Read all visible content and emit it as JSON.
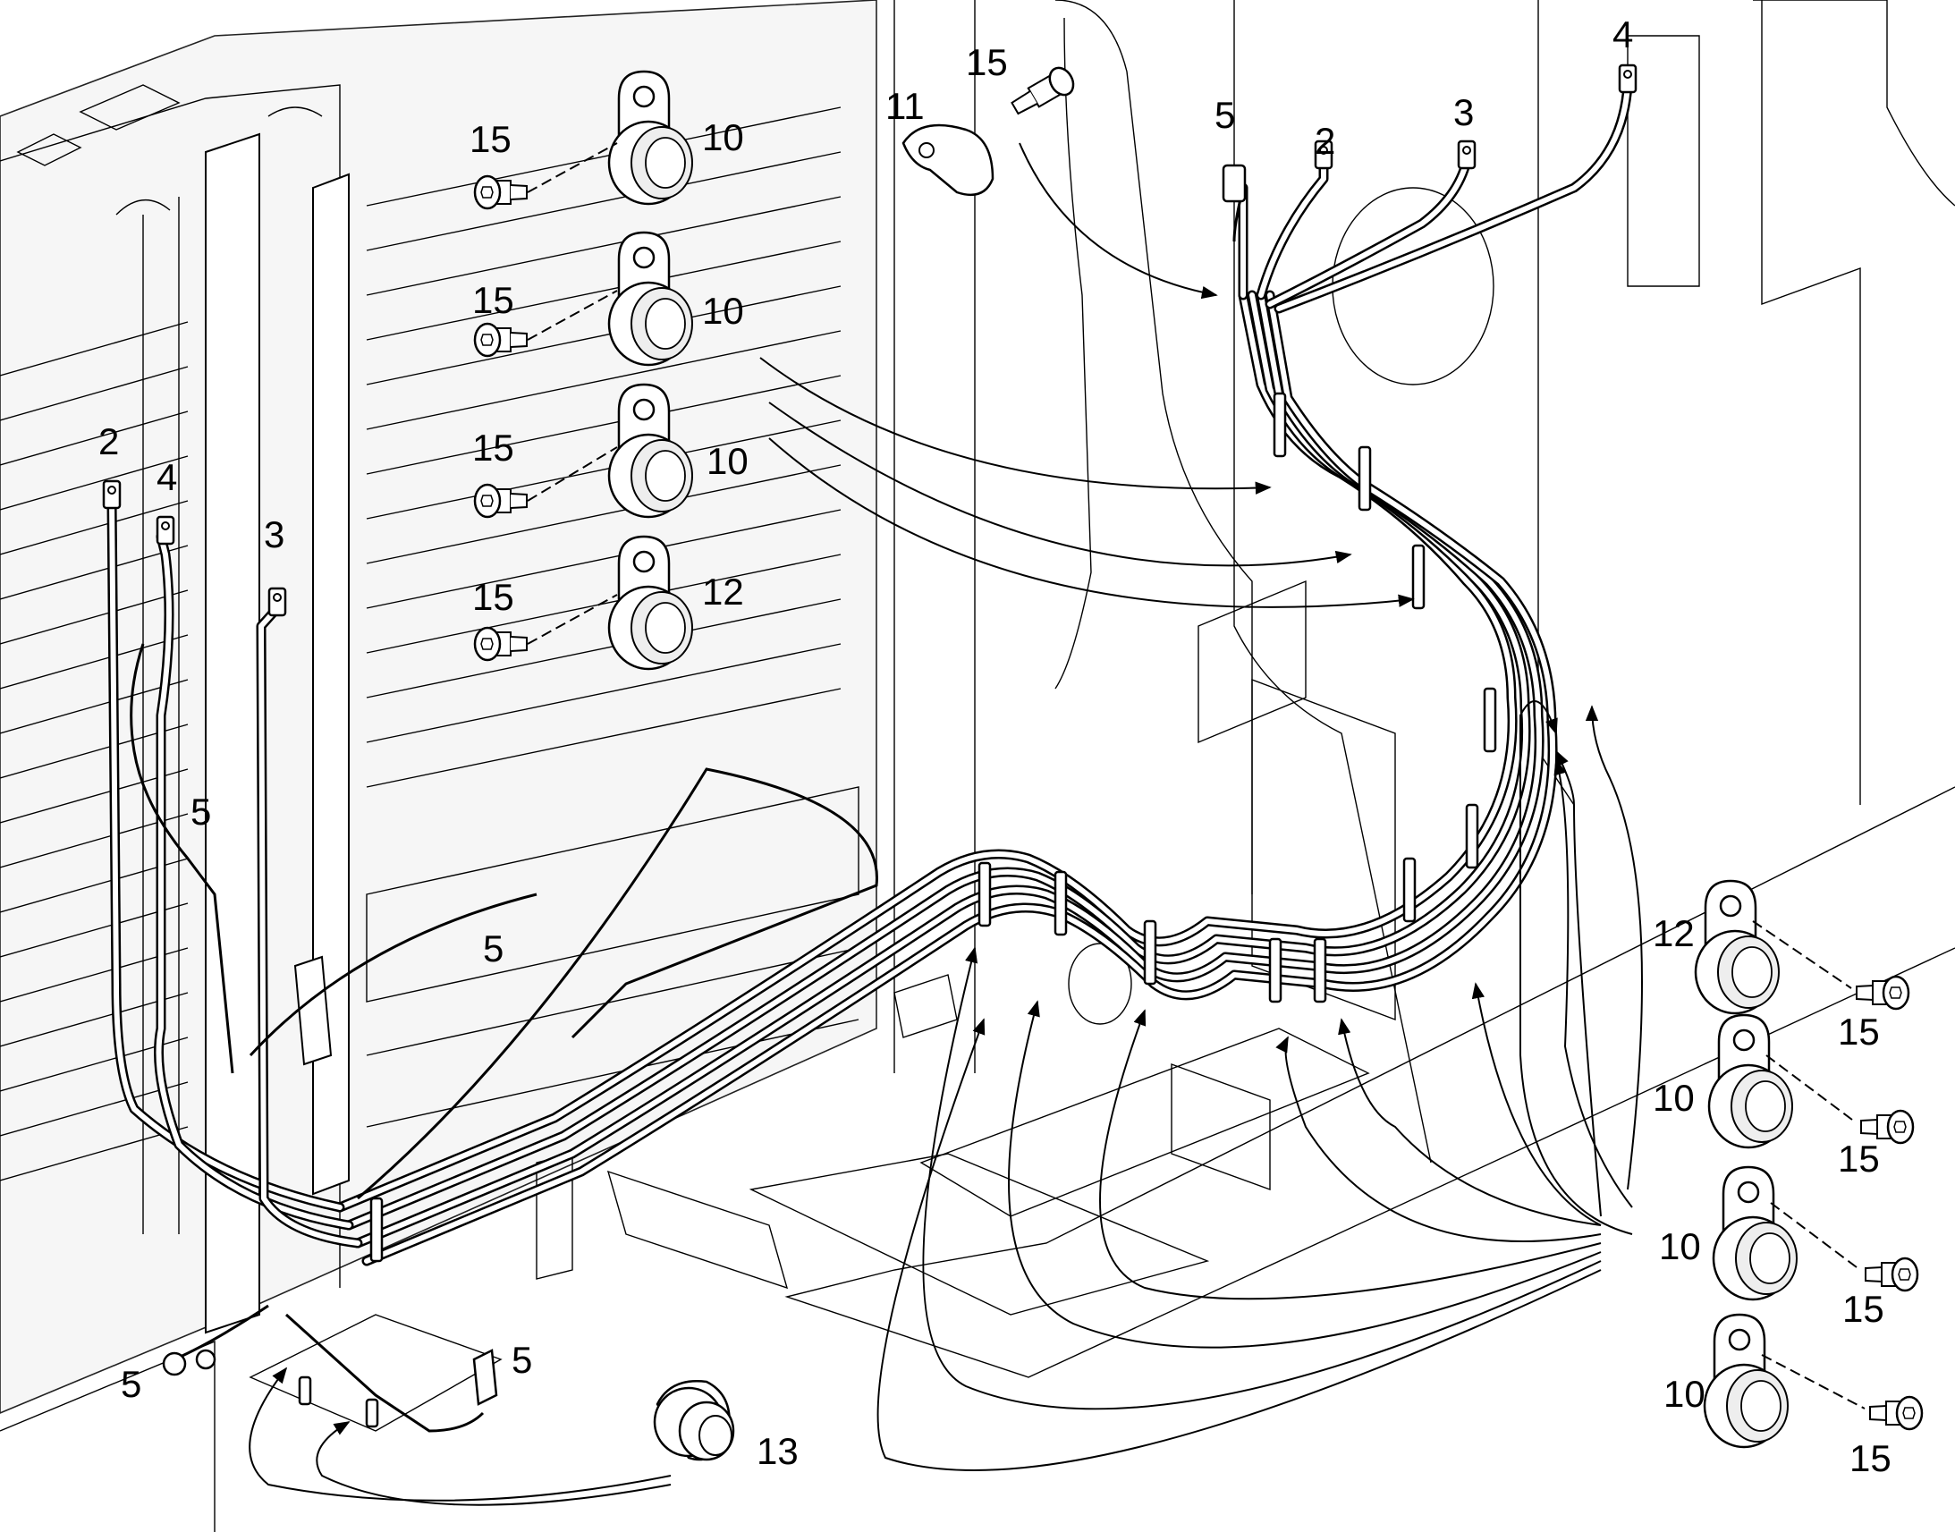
{
  "callouts": {
    "c2_left": "2",
    "c4_left": "4",
    "c3_left": "3",
    "c5_left_upper": "5",
    "c5_mid": "5",
    "c5_bottom_left": "5",
    "c5_bottom_connector": "5",
    "c13": "13",
    "c15_a": "15",
    "c15_b": "15",
    "c15_c": "15",
    "c15_d": "15",
    "c10_a": "10",
    "c10_b": "10",
    "c10_c": "10",
    "c12_top": "12",
    "c11": "11",
    "c15_top": "15",
    "c5_top": "5",
    "c2_top": "2",
    "c3_top": "3",
    "c4_top": "4",
    "c12_right": "12",
    "c10_r1": "10",
    "c10_r2": "10",
    "c10_r3": "10",
    "c15_r1": "15",
    "c15_r2": "15",
    "c15_r3": "15",
    "c15_r4": "15"
  }
}
